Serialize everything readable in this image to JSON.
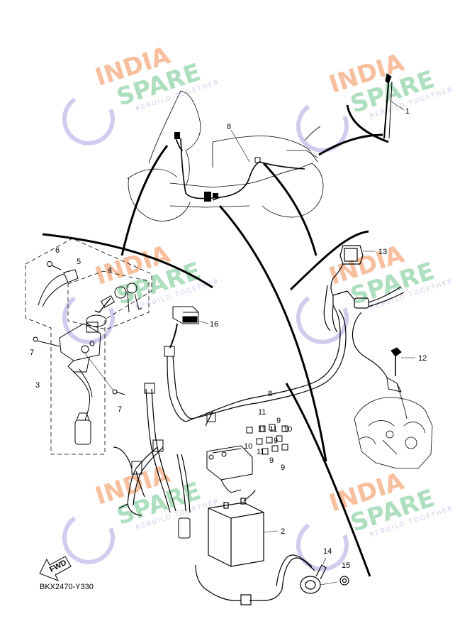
{
  "diagram": {
    "drawing_code": "BKX2470-Y330",
    "fwd_label": "FWD",
    "callouts": [
      {
        "id": "1",
        "label": "1"
      },
      {
        "id": "2",
        "label": "2"
      },
      {
        "id": "3",
        "label": "3"
      },
      {
        "id": "4",
        "label": "4"
      },
      {
        "id": "5",
        "label": "5"
      },
      {
        "id": "6",
        "label": "6"
      },
      {
        "id": "7a",
        "label": "7"
      },
      {
        "id": "7b",
        "label": "7"
      },
      {
        "id": "8a",
        "label": "8"
      },
      {
        "id": "8b",
        "label": "8"
      },
      {
        "id": "9a",
        "label": "9"
      },
      {
        "id": "9b",
        "label": "9"
      },
      {
        "id": "9c",
        "label": "9"
      },
      {
        "id": "9d",
        "label": "9"
      },
      {
        "id": "10a",
        "label": "10"
      },
      {
        "id": "10b",
        "label": "10"
      },
      {
        "id": "11a",
        "label": "11"
      },
      {
        "id": "11b",
        "label": "11"
      },
      {
        "id": "11c",
        "label": "11"
      },
      {
        "id": "11d",
        "label": "11"
      },
      {
        "id": "12",
        "label": "12"
      },
      {
        "id": "13",
        "label": "13"
      },
      {
        "id": "14",
        "label": "14"
      },
      {
        "id": "15",
        "label": "15"
      },
      {
        "id": "16",
        "label": "16"
      }
    ]
  },
  "watermark": {
    "line1": "INDIA",
    "line2": "SPARE",
    "tagline": "REBUILD TOGETHER",
    "colors": {
      "orange": "#f6b48c",
      "green": "#9fd8b3",
      "purple": "#c9c3ea"
    }
  }
}
